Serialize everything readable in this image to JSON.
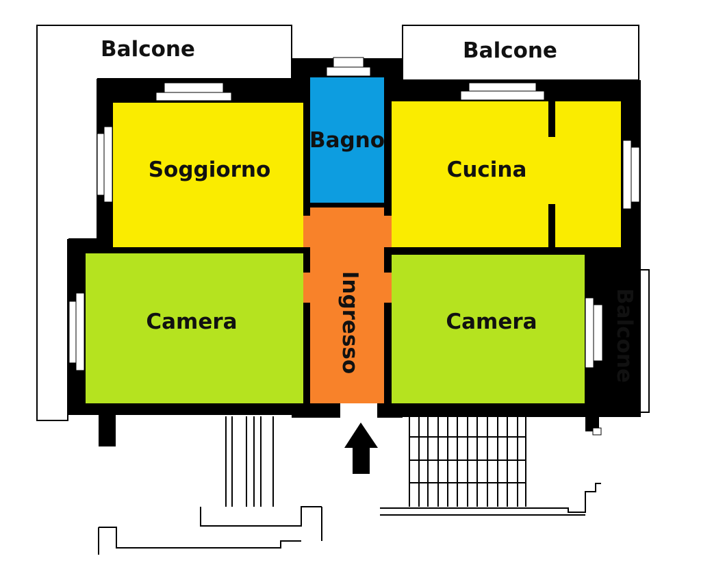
{
  "floor_plan": {
    "balconies": {
      "top_left": "Balcone",
      "top_right": "Balcone",
      "right": "Balcone"
    },
    "rooms": {
      "living": "Soggiorno",
      "bathroom": "Bagno",
      "kitchen": "Cucina",
      "bedroom_left": "Camera",
      "entrance": "Ingresso",
      "bedroom_right": "Camera"
    },
    "entrance_arrow": "arrow-up-icon",
    "colors": {
      "wall": "#000000",
      "living": "#faec00",
      "kitchen": "#faec00",
      "bathroom": "#0d9de0",
      "bedroom": "#b5e31f",
      "entrance": "#f8822a",
      "balcony": "#ffffff",
      "window": "#ffffff"
    }
  }
}
